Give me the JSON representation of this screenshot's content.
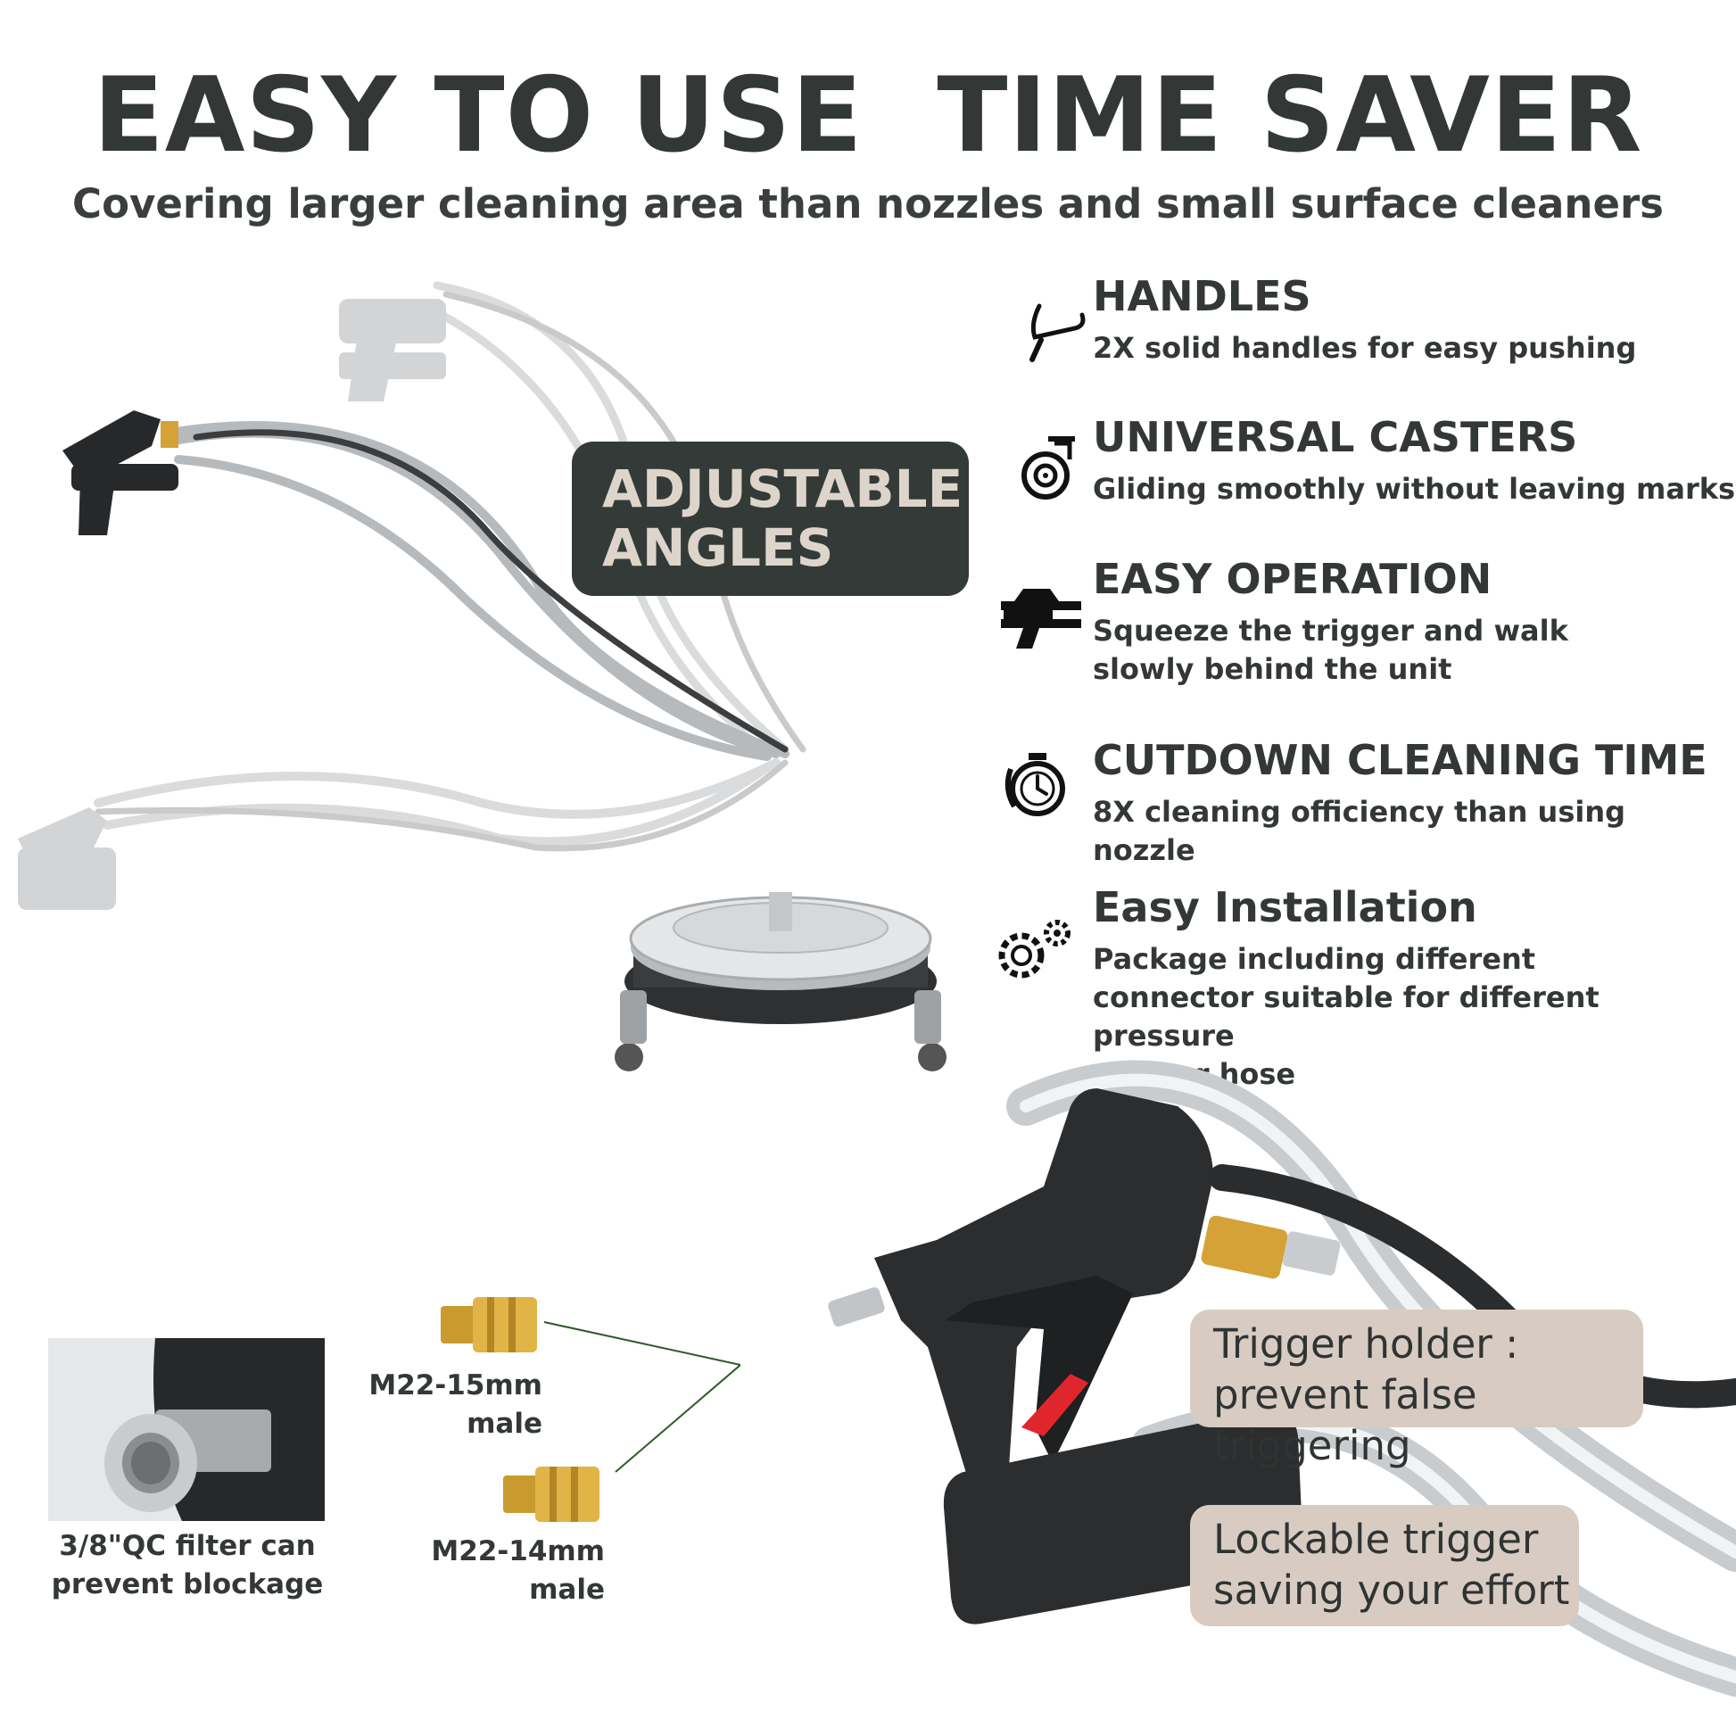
{
  "header": {
    "title": "EASY TO USE  TIME SAVER",
    "subtitle": "Covering larger cleaning area than nozzles and small surface cleaners"
  },
  "badge": {
    "line1": "ADJUSTABLE",
    "line2": "ANGLES"
  },
  "features": [
    {
      "icon": "handle-icon",
      "title": "HANDLES",
      "desc": [
        "2X solid handles for easy pushing"
      ]
    },
    {
      "icon": "caster-wheel-icon",
      "title": "UNIVERSAL CASTERS",
      "desc": [
        "Gliding smoothly without leaving marks"
      ]
    },
    {
      "icon": "spray-gun-icon",
      "title": "EASY OPERATION",
      "desc": [
        "Squeeze the trigger and walk",
        "slowly behind the unit"
      ]
    },
    {
      "icon": "stopwatch-icon",
      "title": "CUTDOWN CLEANING TIME",
      "desc": [
        "8X cleaning officiency than using nozzle"
      ]
    },
    {
      "icon": "gears-icon",
      "title": "Easy Installation",
      "desc": [
        "Package including different",
        "connector suitable for different pressure",
        "washer hose"
      ]
    }
  ],
  "callouts": {
    "trigger_holder": [
      "Trigger holder :",
      "prevent false triggering"
    ],
    "lockable": [
      "Lockable trigger",
      "saving your effort"
    ]
  },
  "connectors": {
    "m22_15": [
      "M22-15mm",
      "male"
    ],
    "m22_14": [
      "M22-14mm",
      "male"
    ]
  },
  "filter": {
    "caption": [
      "3/8\"QC filter can",
      "prevent blockage"
    ]
  },
  "colors": {
    "text": "#333836",
    "badge_bg": "#343a37",
    "badge_text": "#ddd5cc",
    "callout_bg": "#d8ccc2",
    "brass": "#d4a236",
    "trigger_red": "#e0262d"
  }
}
